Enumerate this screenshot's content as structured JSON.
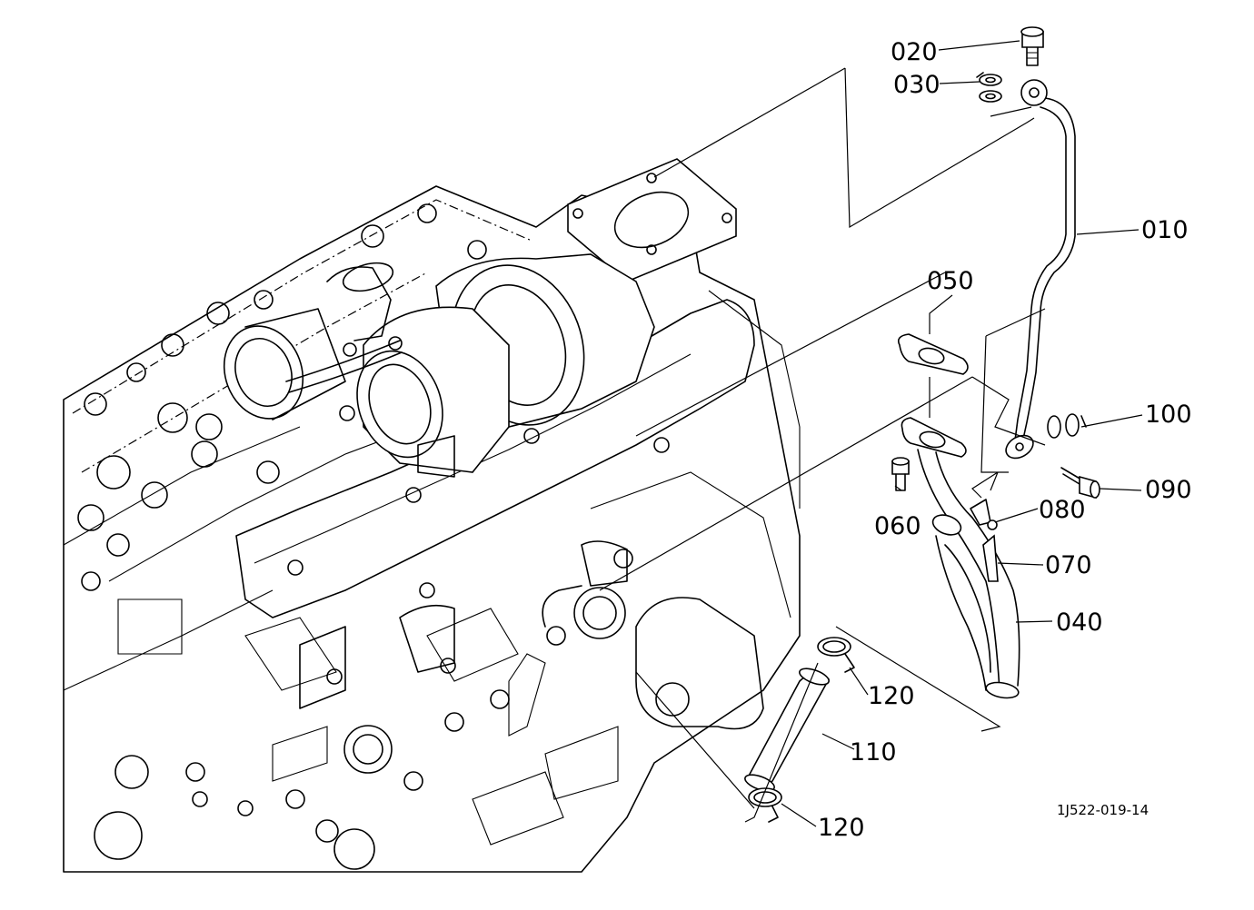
{
  "callouts": {
    "c010": "010",
    "c020": "020",
    "c030": "030",
    "c040": "040",
    "c050": "050",
    "c060": "060",
    "c070": "070",
    "c080": "080",
    "c090": "090",
    "c100": "100",
    "c110": "110",
    "c120a": "120",
    "c120b": "120"
  },
  "reference": "1J522-019-14"
}
